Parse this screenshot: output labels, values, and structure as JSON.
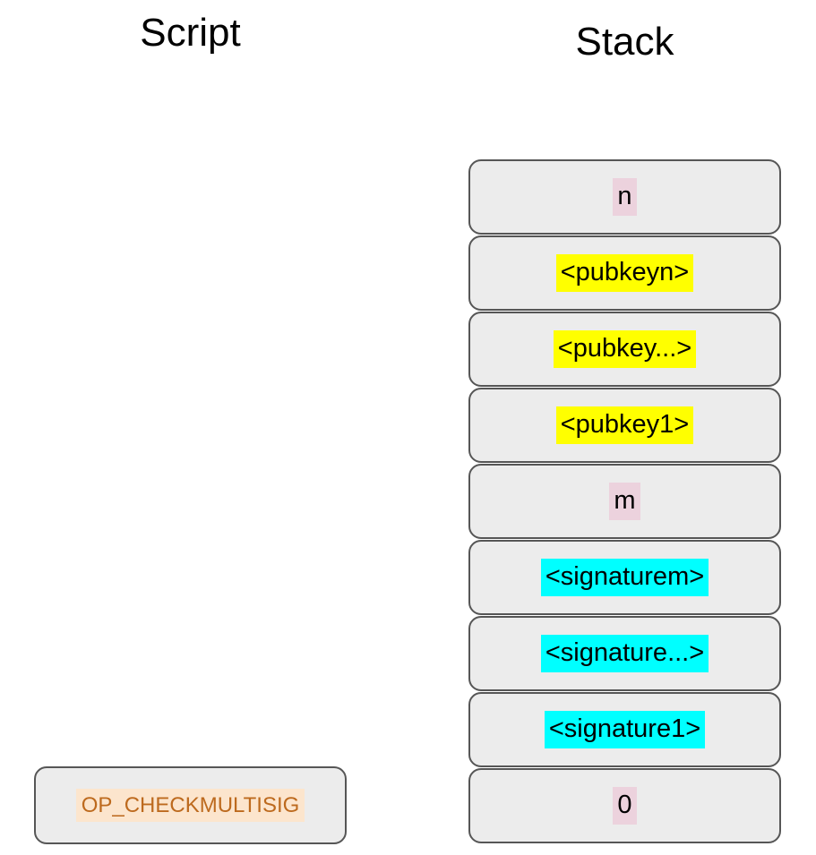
{
  "titles": {
    "script": "Script",
    "stack": "Stack"
  },
  "script_column": {
    "items": [
      {
        "label": "OP_CHECKMULTISIG",
        "type": "opcode"
      }
    ]
  },
  "stack_column": {
    "items": [
      {
        "label": "n",
        "type": "number"
      },
      {
        "label": "<pubkeyn>",
        "type": "pubkey"
      },
      {
        "label": "<pubkey...>",
        "type": "pubkey"
      },
      {
        "label": "<pubkey1>",
        "type": "pubkey"
      },
      {
        "label": "m",
        "type": "number"
      },
      {
        "label": "<signaturem>",
        "type": "signature"
      },
      {
        "label": "<signature...>",
        "type": "signature"
      },
      {
        "label": "<signature1>",
        "type": "signature"
      },
      {
        "label": "0",
        "type": "number"
      }
    ]
  },
  "colors": {
    "box_fill": "#ececec",
    "box_border": "#565656",
    "number_highlight": "#ecd2dd",
    "pubkey_highlight": "#ffff00",
    "signature_highlight": "#00ffff",
    "opcode_highlight": "#fce5cd",
    "opcode_text": "#bd6a1e"
  }
}
